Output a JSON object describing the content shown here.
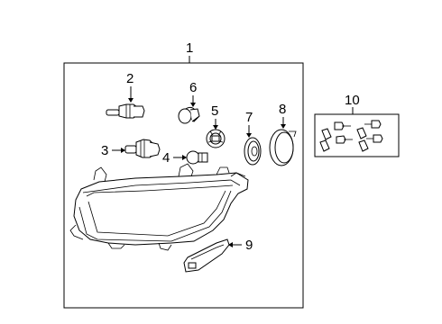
{
  "callouts": {
    "c1": "1",
    "c2": "2",
    "c3": "3",
    "c4": "4",
    "c5": "5",
    "c6": "6",
    "c7": "7",
    "c8": "8",
    "c9": "9",
    "c10": "10"
  },
  "parts": [
    {
      "callout": "1",
      "name": "headlamp-assembly"
    },
    {
      "callout": "2",
      "name": "bulb"
    },
    {
      "callout": "3",
      "name": "bulb"
    },
    {
      "callout": "4",
      "name": "bulb"
    },
    {
      "callout": "5",
      "name": "bulb-socket"
    },
    {
      "callout": "6",
      "name": "bulb"
    },
    {
      "callout": "7",
      "name": "cap"
    },
    {
      "callout": "8",
      "name": "cap"
    },
    {
      "callout": "9",
      "name": "bracket"
    },
    {
      "callout": "10",
      "name": "fastener-kit"
    }
  ]
}
